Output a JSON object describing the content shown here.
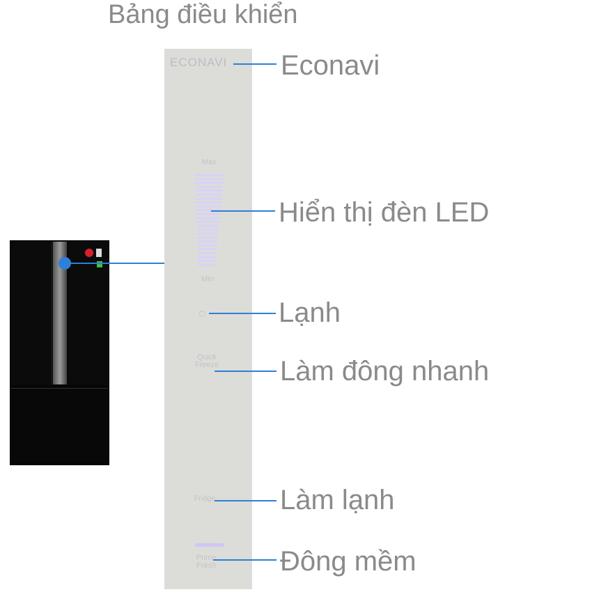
{
  "title": "Bảng điều khiển",
  "panel": {
    "logo": "ECONAVI",
    "max_label": "Max",
    "min_label": "Min",
    "quick_freeze": "Quick Freeze",
    "fridge": "Fridge",
    "prime_fresh": "Prime Fresh"
  },
  "callouts": [
    {
      "label": "Econavi"
    },
    {
      "label": "Hiển thị đèn LED"
    },
    {
      "label": "Lạnh"
    },
    {
      "label": "Làm đông nhanh"
    },
    {
      "label": "Làm lạnh"
    },
    {
      "label": "Đông mềm"
    }
  ],
  "colors": {
    "callout_line": "#2f7fd8",
    "led": "#d8d2f6",
    "panel": "#dcdcd9",
    "fridge": "#060606"
  }
}
